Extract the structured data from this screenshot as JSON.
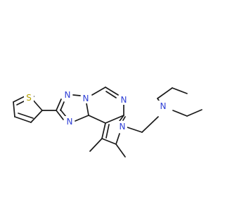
{
  "molecule": {
    "atoms": [
      {
        "id": "n_triazole_top",
        "text": "N",
        "color": "#2f3fd6"
      },
      {
        "id": "n_triazole_bridge",
        "text": "N",
        "color": "#2f3fd6"
      },
      {
        "id": "n_triazole_bottom",
        "text": "N",
        "color": "#2f3fd6"
      },
      {
        "id": "n_pyrimidine",
        "text": "N",
        "color": "#2f3fd6"
      },
      {
        "id": "n_pyrrole",
        "text": "N",
        "color": "#2f3fd6"
      },
      {
        "id": "n_amine",
        "text": "N",
        "color": "#2f3fd6"
      },
      {
        "id": "s_thiophene",
        "text": "S",
        "color": "#b5a100"
      }
    ]
  }
}
